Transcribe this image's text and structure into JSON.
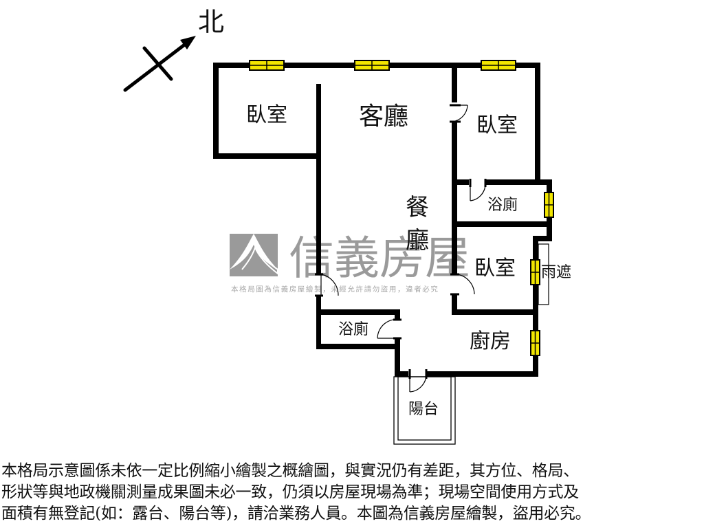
{
  "compass": {
    "label": "北",
    "icon": "north-arrow-icon"
  },
  "watermark": {
    "brand": "信義房屋",
    "subtitle": "本格局圖為信義房屋繪製，未經允許請勿盜用，違者必究",
    "logo_icon": "sinyi-roof-logo-icon",
    "color": "#9a9a9a"
  },
  "rooms": {
    "bedroom_nw": "臥室",
    "living_room": "客廳",
    "bedroom_ne": "臥室",
    "dining_1": "餐",
    "dining_2": "廳",
    "bathroom_e": "浴廁",
    "bedroom_e": "臥室",
    "awning": "雨遮",
    "bathroom_w": "浴廁",
    "kitchen": "廚房",
    "balcony": "陽台"
  },
  "colors": {
    "wall": "#000000",
    "window_fill": "#f2e600",
    "background": "#ffffff"
  },
  "disclaimer": {
    "line1": "本格局示意圖係未依一定比例縮小繪製之概繪圖，與實況仍有差距，其方位、格局、",
    "line2": "形狀等與地政機關測量成果圖未必一致，仍須以房屋現場為準；現場空間使用方式及",
    "line3": "面積有無登記(如：露台、陽台等)，請洽業務人員。本圖為信義房屋繪製，盜用必究。"
  }
}
